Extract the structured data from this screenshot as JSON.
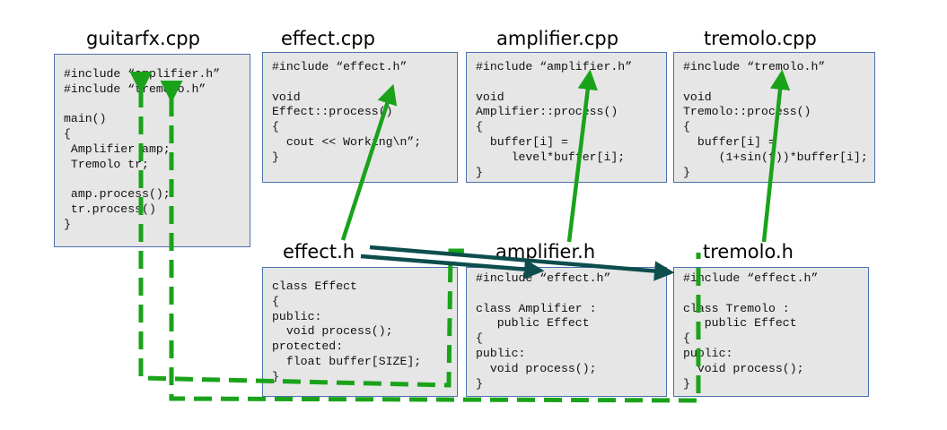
{
  "files": {
    "guitarfx_cpp": {
      "title": "guitarfx.cpp",
      "code": "#include “amplifier.h”\n#include “tremolo.h”\n\nmain()\n{\n Amplifier amp;\n Tremolo tr;\n\n amp.process();\n tr.process()\n}"
    },
    "effect_cpp": {
      "title": "effect.cpp",
      "code": "#include “effect.h”\n\nvoid\nEffect::process()\n{\n  cout << Working\\n”;\n}"
    },
    "amplifier_cpp": {
      "title": "amplifier.cpp",
      "code": "#include “amplifier.h”\n\nvoid\nAmplifier::process()\n{\n  buffer[i] =\n     level*buffer[i];\n}"
    },
    "tremolo_cpp": {
      "title": "tremolo.cpp",
      "code": "#include “tremolo.h”\n\nvoid\nTremolo::process()\n{\n  buffer[i] =\n     (1+sin(f))*buffer[i];\n}"
    },
    "effect_h": {
      "title": "effect.h",
      "code": "class Effect\n{\npublic:\n  void process();\nprotected:\n  float buffer[SIZE];\n}"
    },
    "amplifier_h": {
      "title": "amplifier.h",
      "code": "#include “effect.h”\n\nclass Amplifier :\n   public Effect\n{\npublic:\n  void process();\n}"
    },
    "tremolo_h": {
      "title": "tremolo.h",
      "code": "#include “effect.h”\n\nclass Tremolo :\n   public Effect\n{\npublic:\n  void process();\n}"
    }
  },
  "colors": {
    "box_fill": "#e6e6e6",
    "box_border": "#4a72b0",
    "green_arrow": "#1aa31a",
    "teal_arrow": "#0e4d4d",
    "dashed_green": "#1aa31a"
  }
}
